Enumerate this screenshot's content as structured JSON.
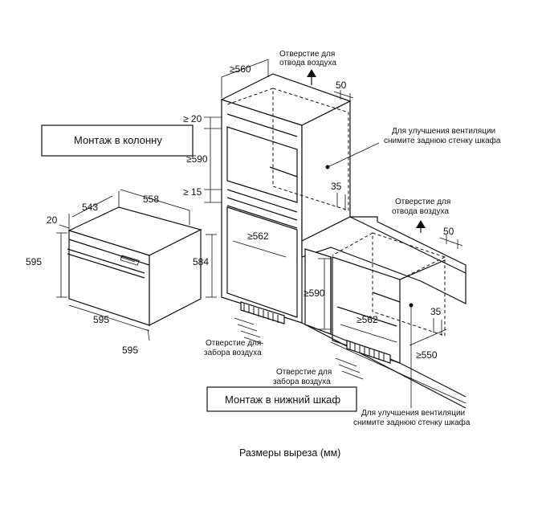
{
  "labels": {
    "column_install": "Монтаж в колонну",
    "under_counter_install": "Монтаж в нижний шкаф",
    "caption": "Размеры выреза (мм)",
    "air_outlet_1_line1": "Отверстие для",
    "air_outlet_1_line2": "отвода воздуха",
    "air_outlet_2_line1": "Отверстие для",
    "air_outlet_2_line2": "отвода воздуха",
    "vent_note_1_line1": "Для улучшения вентиляции",
    "vent_note_1_line2": "снимите заднюю стенку шкафа",
    "vent_note_2_line1": "Для улучшения вентиляции",
    "vent_note_2_line2": "снимите заднюю стенку шкафа",
    "air_intake_1_line1": "Отверстие для",
    "air_intake_1_line2": "забора воздуха",
    "air_intake_2_line1": "Отверстие для",
    "air_intake_2_line2": "забора воздуха"
  },
  "dimensions": {
    "oven_depth_543": "543",
    "oven_depth_558": "558",
    "oven_front_20": "20",
    "oven_height_595": "595",
    "oven_height_584": "584",
    "oven_width_595_a": "595",
    "oven_width_595_b": "595",
    "col_depth": "≥560",
    "col_top_gap": "≥ 20",
    "col_height": "≥590",
    "col_bottom_gap": "≥ 15",
    "col_width": "≥562",
    "col_vent_50": "50",
    "col_vent_35": "35",
    "base_height": "≥590",
    "base_width": "≥562",
    "base_depth": "≥550",
    "base_vent_50": "50",
    "base_vent_35": "35"
  }
}
